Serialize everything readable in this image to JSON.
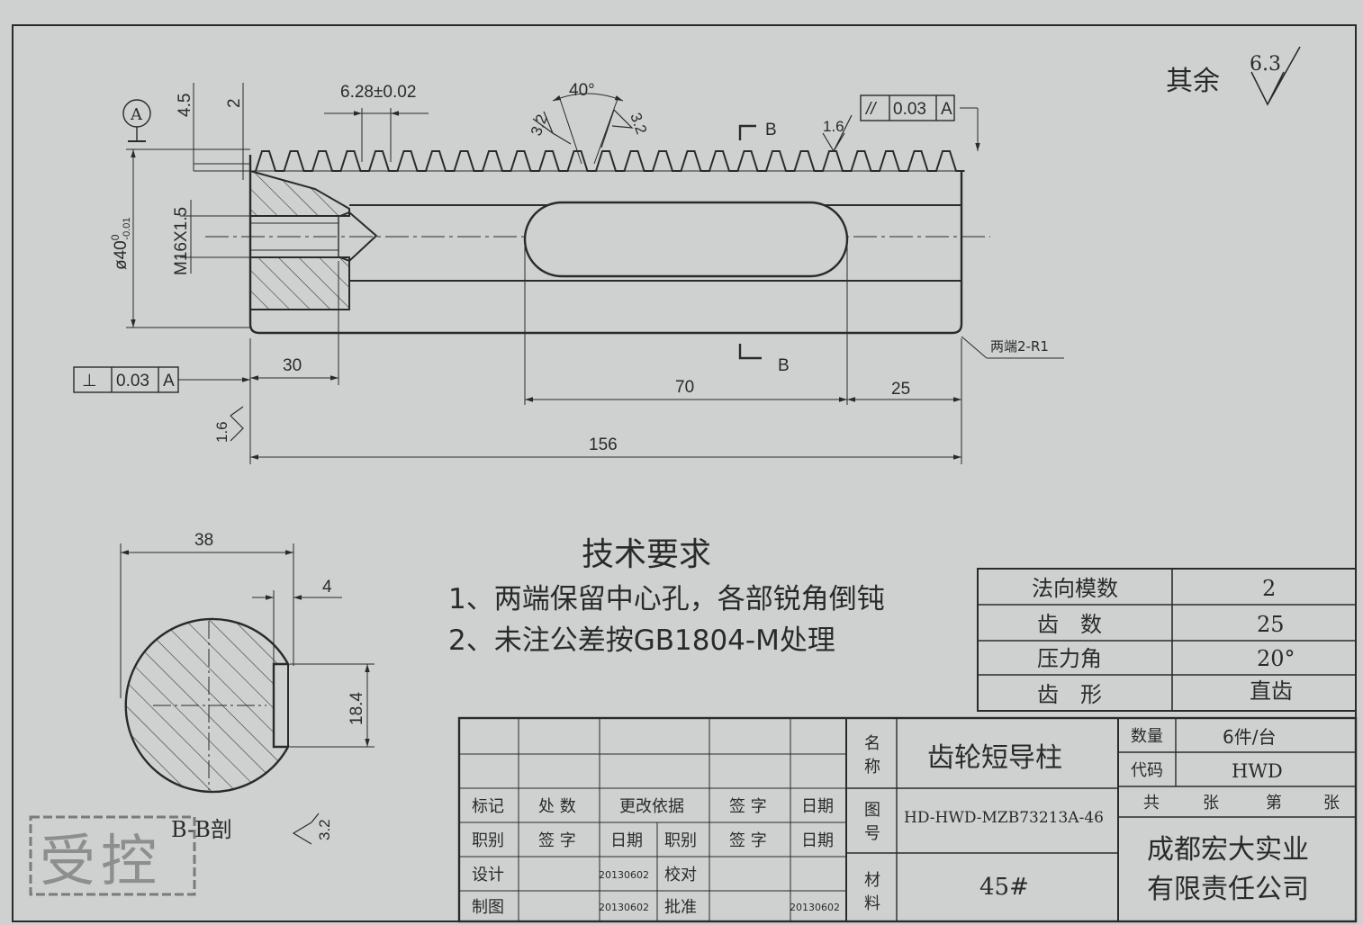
{
  "surface": {
    "other": "其余",
    "other_value": "6.3"
  },
  "dims": {
    "d45": "4.5",
    "d2": "2",
    "pitch": "6.28±0.02",
    "angle": "40°",
    "ra32a": "3.2",
    "ra32b": "3.2",
    "section_mark_top": "B",
    "section_mark_bottom": "B",
    "ra16_top": "1.6",
    "parallel_symbol": "//",
    "parallel_tol": "0.03",
    "parallel_ref": "A",
    "datum": "A",
    "dia_main": "ø40",
    "dia_sup": "0",
    "dia_sub": "-0.01",
    "thread": "M16X1.5",
    "fillet": "两端2-R1",
    "perp_symbol": "⊥",
    "perp_tol": "0.03",
    "perp_ref": "A",
    "d30": "30",
    "d70": "70",
    "d25": "25",
    "ra16_left": "1.6",
    "d156": "156",
    "d38": "38",
    "d4": "4",
    "d184": "18.4"
  },
  "section": {
    "label": "B-B剖",
    "ra": "3.2"
  },
  "stamp": "受控",
  "requirements": {
    "title": "技术要求",
    "items": [
      "1、两端保留中心孔，各部锐角倒钝",
      "2、未注公差按GB1804-M处理"
    ]
  },
  "gear_params": [
    {
      "label": "法向模数",
      "value": "2"
    },
    {
      "label": "齿　数",
      "value": "25"
    },
    {
      "label": "压力角",
      "value": "20°"
    },
    {
      "label": "齿　形",
      "value": "直齿"
    }
  ],
  "title_block": {
    "rev_headers": [
      "标记",
      "处 数",
      "更改依据",
      "签 字",
      "日期"
    ],
    "role_headers": [
      "职别",
      "签 字",
      "日期",
      "职别",
      "签 字",
      "日期"
    ],
    "design_label": "设计",
    "design_date": "20130602",
    "check_label": "校对",
    "draw_label": "制图",
    "draw_date": "20130602",
    "approve_label": "批准",
    "approve_date": "20130602",
    "name_label_1": "名",
    "name_label_2": "称",
    "name_value": "齿轮短导柱",
    "drawno_label_1": "图",
    "drawno_label_2": "号",
    "drawno_value": "HD-HWD-MZB73213A-46",
    "material_label_1": "材",
    "material_label_2": "料",
    "material_value": "45#",
    "qty_label": "数量",
    "qty_value": "6件/台",
    "code_label": "代码",
    "code_value": "HWD",
    "sheet_total": "共",
    "sheet_unit_1": "张",
    "sheet_no": "第",
    "sheet_unit_2": "张",
    "company_line1": "成都宏大实业",
    "company_line2": "有限责任公司"
  }
}
